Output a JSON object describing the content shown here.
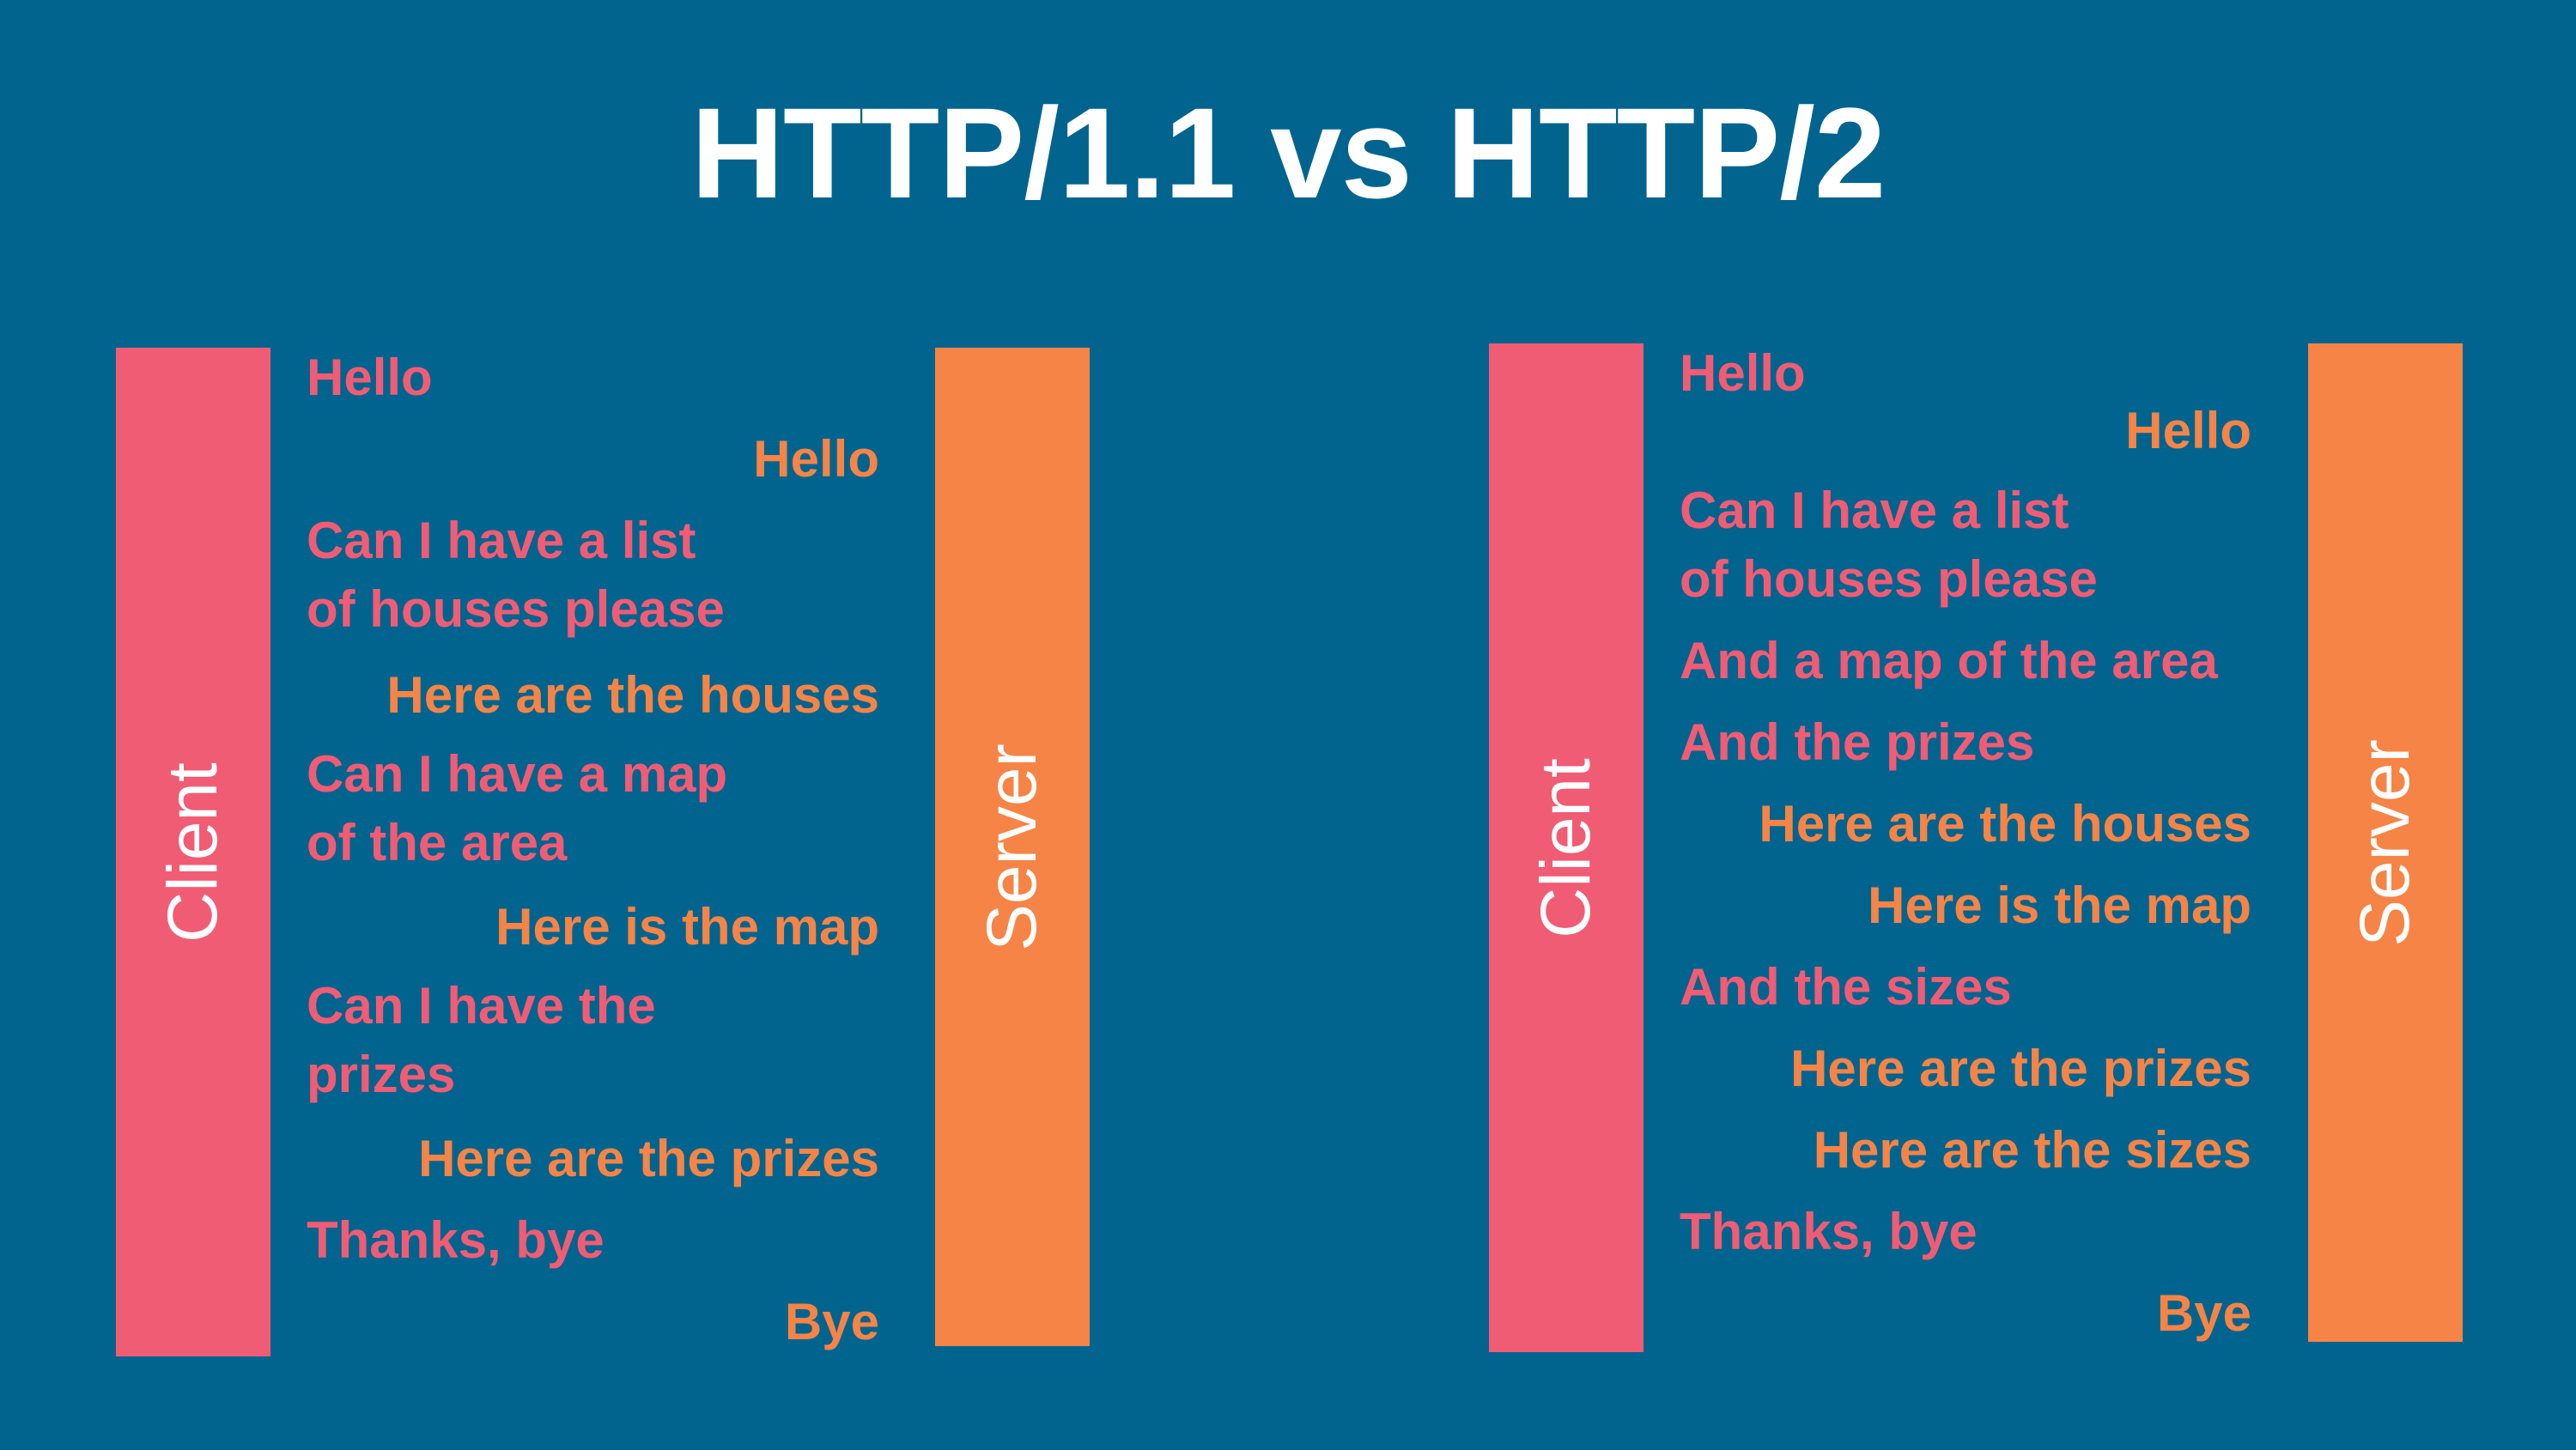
{
  "title": "HTTP/1.1 vs HTTP/2",
  "colors": {
    "background": "#00648f",
    "client": "#f05c74",
    "server": "#f58446",
    "title": "#ffffff"
  },
  "http1": {
    "client_label": "Client",
    "server_label": "Server",
    "messages": [
      {
        "from": "client",
        "lines": [
          "Hello"
        ]
      },
      {
        "from": "server",
        "lines": [
          "Hello"
        ]
      },
      {
        "from": "client",
        "lines": [
          "Can I have a list",
          "of houses please"
        ]
      },
      {
        "from": "server",
        "lines": [
          "Here are the houses"
        ]
      },
      {
        "from": "client",
        "lines": [
          "Can I have a map",
          "of the area"
        ]
      },
      {
        "from": "server",
        "lines": [
          "Here is the map"
        ]
      },
      {
        "from": "client",
        "lines": [
          "Can I have the",
          "prizes"
        ]
      },
      {
        "from": "server",
        "lines": [
          "Here are the prizes"
        ]
      },
      {
        "from": "client",
        "lines": [
          "Thanks, bye"
        ]
      },
      {
        "from": "server",
        "lines": [
          "Bye"
        ]
      }
    ]
  },
  "http2": {
    "client_label": "Client",
    "server_label": "Server",
    "messages": [
      {
        "from": "client",
        "lines": [
          "Hello"
        ]
      },
      {
        "from": "server",
        "lines": [
          "Hello"
        ]
      },
      {
        "from": "client",
        "lines": [
          "Can I have a list",
          "of houses please"
        ]
      },
      {
        "from": "client",
        "lines": [
          "And a map of the area"
        ]
      },
      {
        "from": "client",
        "lines": [
          "And the prizes"
        ]
      },
      {
        "from": "server",
        "lines": [
          "Here are the houses"
        ]
      },
      {
        "from": "server",
        "lines": [
          "Here is the map"
        ]
      },
      {
        "from": "client",
        "lines": [
          "And the sizes"
        ]
      },
      {
        "from": "server",
        "lines": [
          "Here are the prizes"
        ]
      },
      {
        "from": "server",
        "lines": [
          "Here are the sizes"
        ]
      },
      {
        "from": "client",
        "lines": [
          "Thanks, bye"
        ]
      },
      {
        "from": "server",
        "lines": [
          "Bye"
        ]
      }
    ]
  }
}
